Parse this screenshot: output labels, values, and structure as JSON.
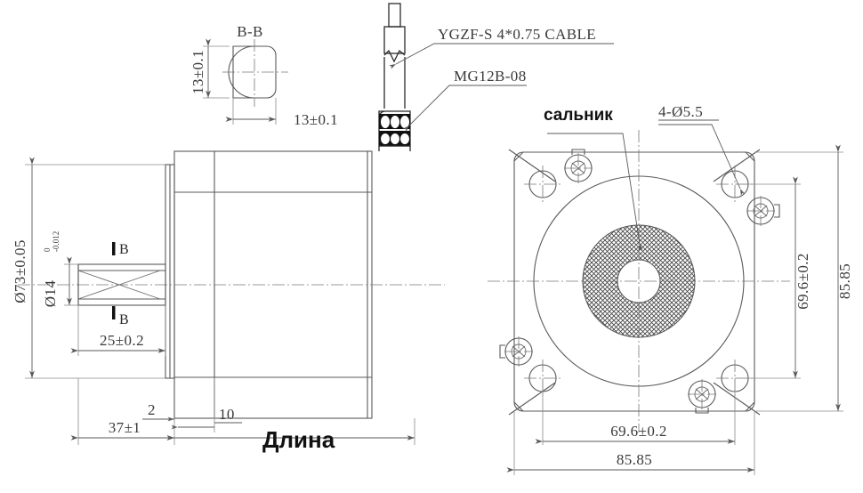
{
  "drawing": {
    "title": "Stepper motor outline dimension drawing",
    "background": "#ffffff",
    "line_color": "#595959",
    "text_color": "#3a3a3a"
  },
  "section_view": {
    "label": "B-B",
    "height_dim": "13±0.1",
    "width_dim": "13±0.1",
    "section_marks": [
      "B",
      "B"
    ]
  },
  "callouts": {
    "cable": "YGZF-S 4*0.75 CABLE",
    "connector": "MG12B-08",
    "seal": "сальник",
    "holes": "4-Ø5.5"
  },
  "side_view": {
    "flange_dia": "Ø73±0.05",
    "shaft_dia_main": "Ø14",
    "shaft_tol_upper": "0",
    "shaft_tol_lower": "-0.012",
    "shaft_length": "25±0.2",
    "flange_length": "37±1",
    "step_2": "2",
    "step_10": "10",
    "body_length_label": "Длина"
  },
  "front_view": {
    "bolt_circle_v": "69.6±0.2",
    "bolt_circle_h": "69.6±0.2",
    "plate_size_v": "85.85",
    "plate_size_h": "85.85"
  },
  "icons": {
    "arrow": "dimension-arrow",
    "break": "break-line",
    "hatch": "cross-hatch-seal"
  }
}
